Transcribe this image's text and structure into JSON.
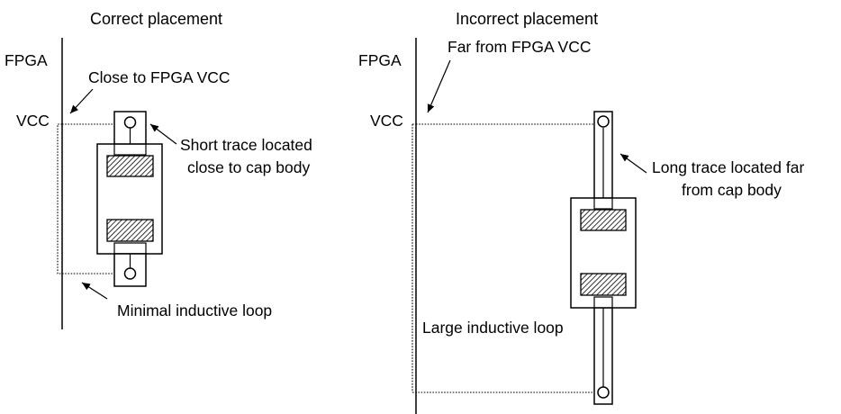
{
  "diagram": {
    "left": {
      "title": "Correct placement",
      "fpga_label": "FPGA",
      "vcc_label": "VCC",
      "close_note": "Close to FPGA VCC",
      "trace_note_line1": "Short trace located",
      "trace_note_line2": "close to cap body",
      "loop_note": "Minimal inductive loop"
    },
    "right": {
      "title": "Incorrect placement",
      "fpga_label": "FPGA",
      "vcc_label": "VCC",
      "far_note": "Far from FPGA VCC",
      "trace_note_line1": "Long trace located far",
      "trace_note_line2": "from cap body",
      "loop_note": "Large inductive loop"
    }
  }
}
